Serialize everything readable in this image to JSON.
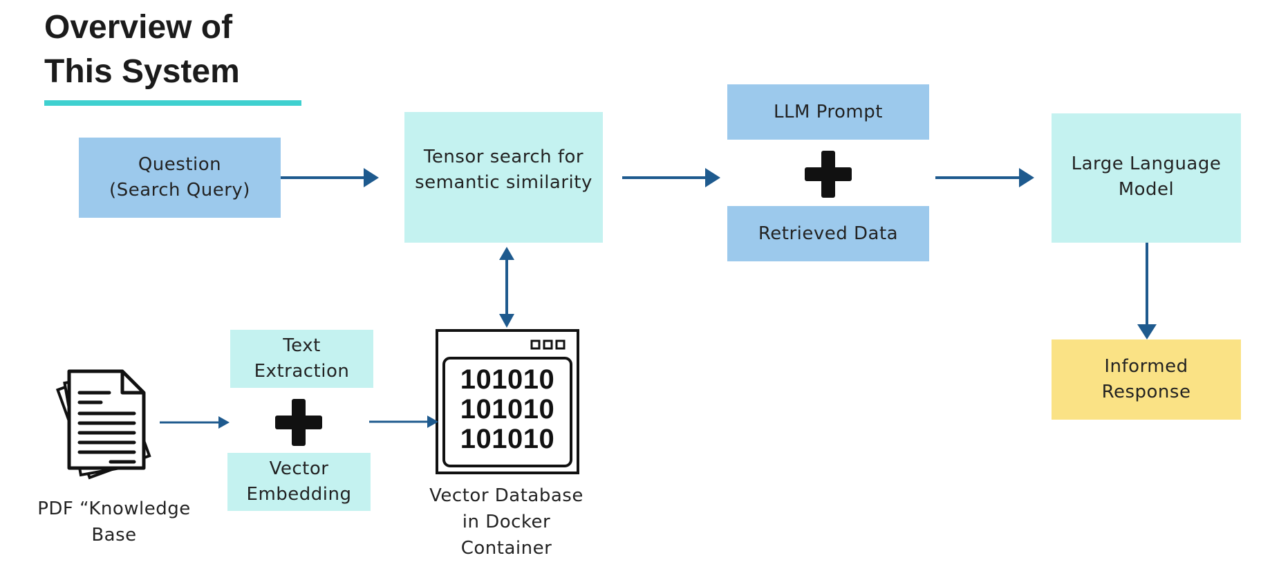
{
  "title": {
    "line1": "Overview of",
    "line2": "This System"
  },
  "nodes": {
    "question": {
      "line1": "Question",
      "line2": "(Search Query)"
    },
    "tensor_search": {
      "line1": "Tensor search for",
      "line2": "semantic similarity"
    },
    "llm_prompt": "LLM Prompt",
    "retrieved_data": "Retrieved Data",
    "llm": {
      "line1": "Large Language",
      "line2": "Model"
    },
    "informed_response": {
      "line1": "Informed",
      "line2": "Response"
    },
    "text_extraction": {
      "line1": "Text",
      "line2": "Extraction"
    },
    "vector_embedding": {
      "line1": "Vector",
      "line2": "Embedding"
    },
    "pdf": {
      "line1": "PDF “Knowledge",
      "line2": "Base"
    },
    "vector_db": {
      "line1": "Vector Database",
      "line2": "in Docker",
      "line3": "Container"
    },
    "binary_rows": [
      "101010",
      "101010",
      "101010"
    ]
  },
  "colors": {
    "blue_box": "#9cc9ec",
    "cyan_box": "#c4f2f0",
    "yellow_box": "#fae285",
    "arrow": "#1e5a8e",
    "title_rule": "#3fd0cf"
  },
  "icons": {
    "pdf": "document-stack-icon",
    "database": "binary-window-icon",
    "plus": "plus-icon"
  }
}
